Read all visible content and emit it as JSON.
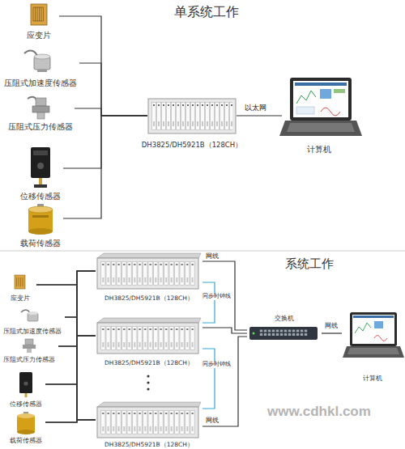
{
  "diagram": {
    "nodes": [
      {
        "text": [
          "应变片"
        ]
      },
      {
        "text": [
          "压阻式加速度传感器"
        ]
      },
      {
        "text": [
          "压阻式压力传感器"
        ]
      },
      {
        "text": [
          "位移传感器"
        ]
      },
      {
        "text": [
          "载荷传感器"
        ]
      },
      {
        "text": [
          "DH3825/DH5921B（128CH）"
        ]
      },
      {
        "text": [
          "计算机"
        ]
      },
      {
        "text": [
          "应变片"
        ]
      },
      {
        "text": [
          "压阻式加速度传感器"
        ]
      },
      {
        "text": [
          "压阻式压力传感器"
        ]
      },
      {
        "text": [
          "位移传感器"
        ]
      },
      {
        "text": [
          "载荷传感器"
        ]
      },
      {
        "text": [
          "DH3825/DH5921B（128CH）"
        ]
      },
      {
        "text": [
          "DH3825/DH5921B（128CH）"
        ]
      },
      {
        "text": [
          "DH3825/DH5921B（128CH）"
        ]
      },
      {
        "text": [
          "交换机"
        ]
      },
      {
        "text": [
          "计算机"
        ]
      }
    ],
    "edges": [
      {
        "from": 0,
        "to": 5,
        "arrow": "none"
      },
      {
        "from": 1,
        "to": 5,
        "arrow": "none"
      },
      {
        "from": 2,
        "to": 5,
        "arrow": "none"
      },
      {
        "from": 3,
        "to": 5,
        "arrow": "none"
      },
      {
        "from": 4,
        "to": 5,
        "arrow": "none"
      },
      {
        "from": 5,
        "to": 6,
        "label": "以太网",
        "arrow": "none"
      },
      {
        "from": 7,
        "to": 12,
        "arrow": "none"
      },
      {
        "from": 8,
        "to": 12,
        "arrow": "none"
      },
      {
        "from": 9,
        "to": 12,
        "arrow": "none"
      },
      {
        "from": 10,
        "to": 12,
        "arrow": "none"
      },
      {
        "from": 11,
        "to": 12,
        "arrow": "none"
      },
      {
        "from": 7,
        "to": 13,
        "arrow": "none"
      },
      {
        "from": 8,
        "to": 13,
        "arrow": "none"
      },
      {
        "from": 9,
        "to": 13,
        "arrow": "none"
      },
      {
        "from": 10,
        "to": 13,
        "arrow": "none"
      },
      {
        "from": 11,
        "to": 13,
        "arrow": "none"
      },
      {
        "from": 7,
        "to": 14,
        "arrow": "none"
      },
      {
        "from": 8,
        "to": 14,
        "arrow": "none"
      },
      {
        "from": 9,
        "to": 14,
        "arrow": "none"
      },
      {
        "from": 10,
        "to": 14,
        "arrow": "none"
      },
      {
        "from": 11,
        "to": 14,
        "arrow": "none"
      },
      {
        "from": 12,
        "to": 15,
        "label": "网线",
        "arrow": "none"
      },
      {
        "from": 13,
        "to": 15,
        "arrow": "none"
      },
      {
        "from": 14,
        "to": 15,
        "label": "网线",
        "arrow": "none"
      },
      {
        "from": 12,
        "to": 13,
        "label": "同步时钟线",
        "arrow": "none"
      },
      {
        "from": 13,
        "to": 14,
        "label": "同步时钟线",
        "arrow": "none"
      },
      {
        "from": 15,
        "to": 16,
        "label": "网线",
        "arrow": "none"
      }
    ],
    "labels": [
      "单系统工作",
      "系统工作",
      "www.cdhkl.com"
    ]
  }
}
